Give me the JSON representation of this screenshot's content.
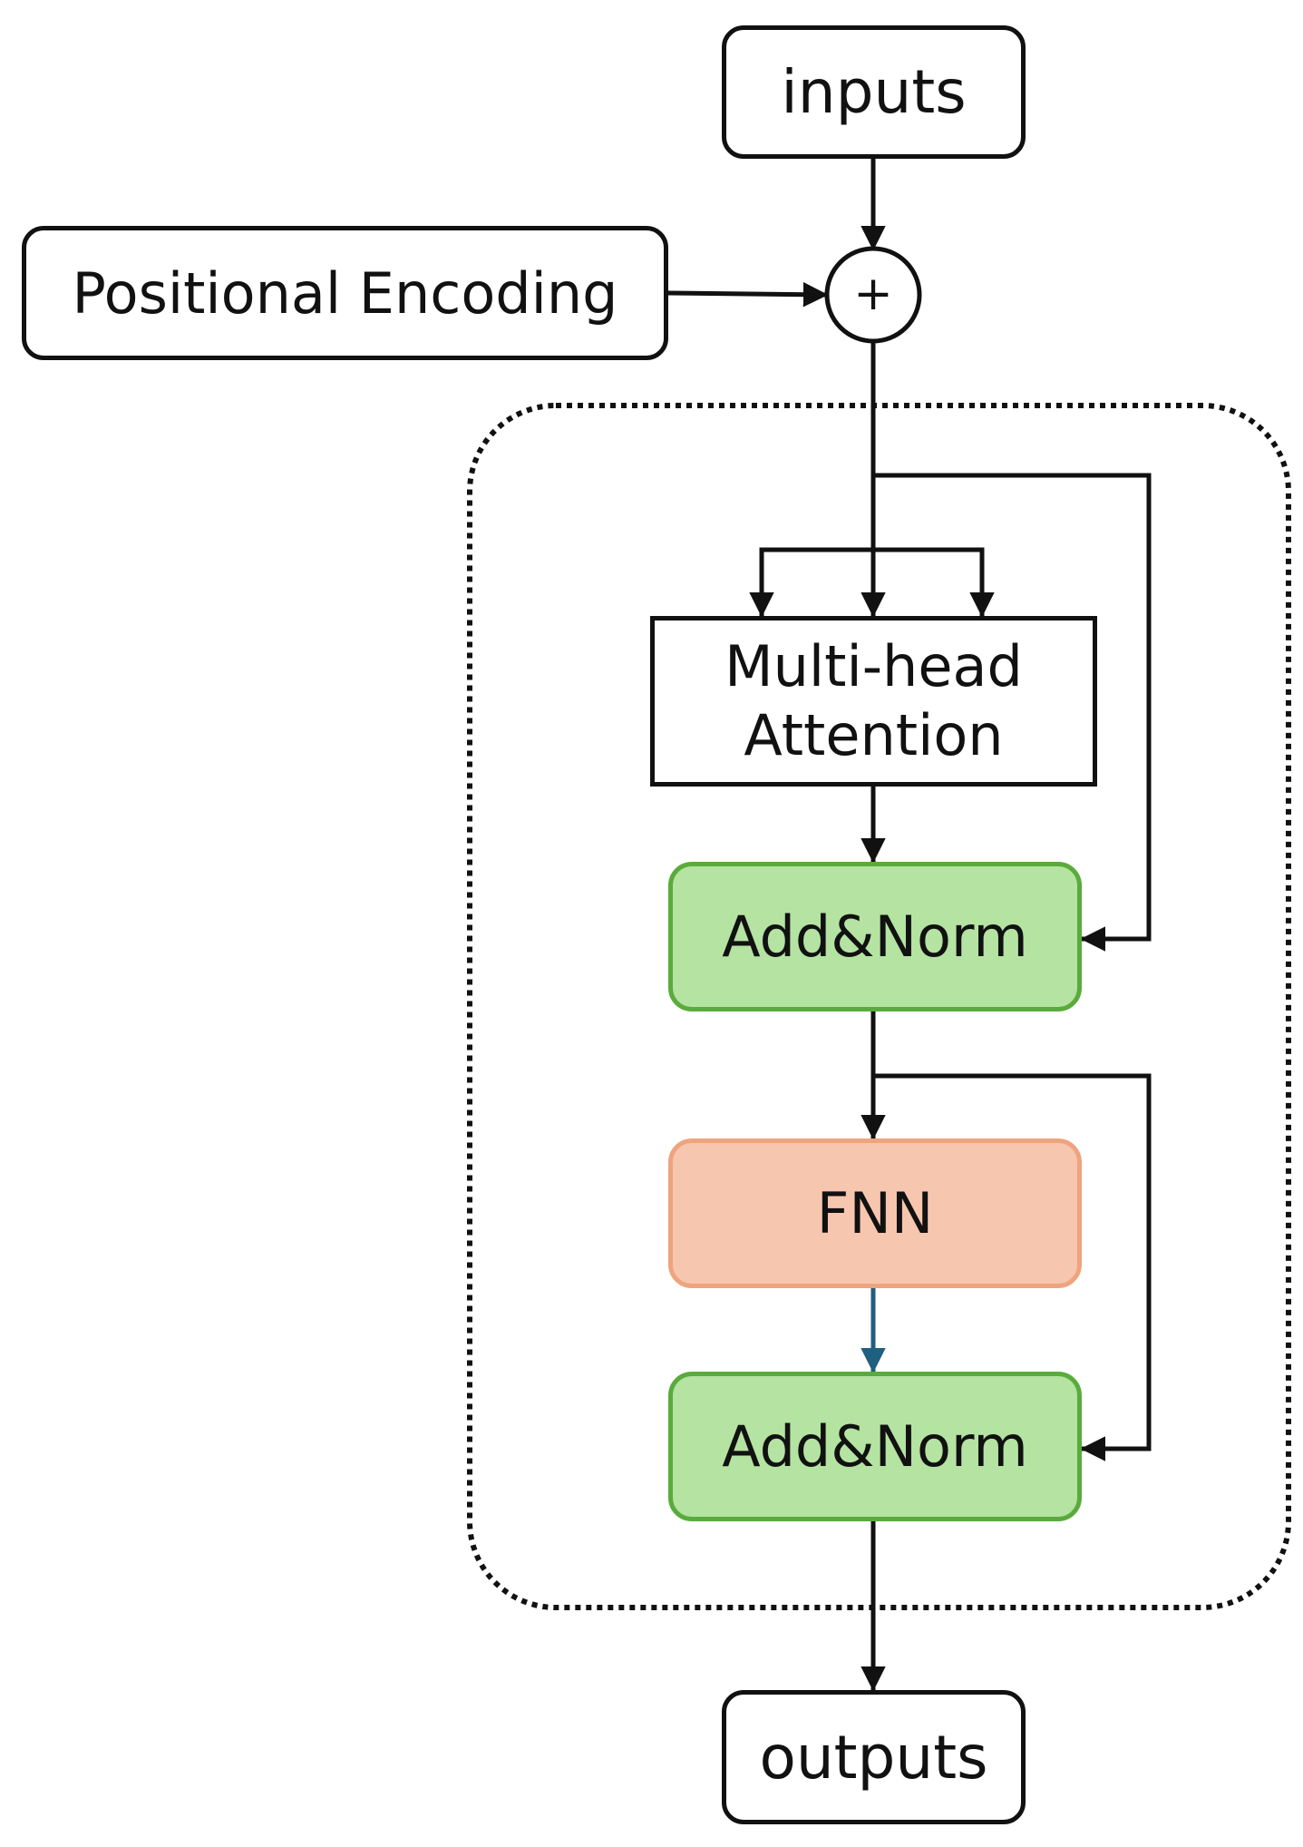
{
  "nodes": {
    "inputs": "inputs",
    "positional_encoding": "Positional Encoding",
    "add_symbol": "+",
    "multi_head_line1": "Multi-head",
    "multi_head_line2": "Attention",
    "add_norm_1": "Add&Norm",
    "fnn": "FNN",
    "add_norm_2": "Add&Norm",
    "outputs": "outputs"
  },
  "colors": {
    "line": "#111111",
    "fnn_arrow": "#1f5f7f",
    "add_norm_fill": "#b5e3a2",
    "add_norm_border": "#5aab3c",
    "fnn_fill": "#f7c6ae",
    "fnn_border": "#eea47f"
  }
}
